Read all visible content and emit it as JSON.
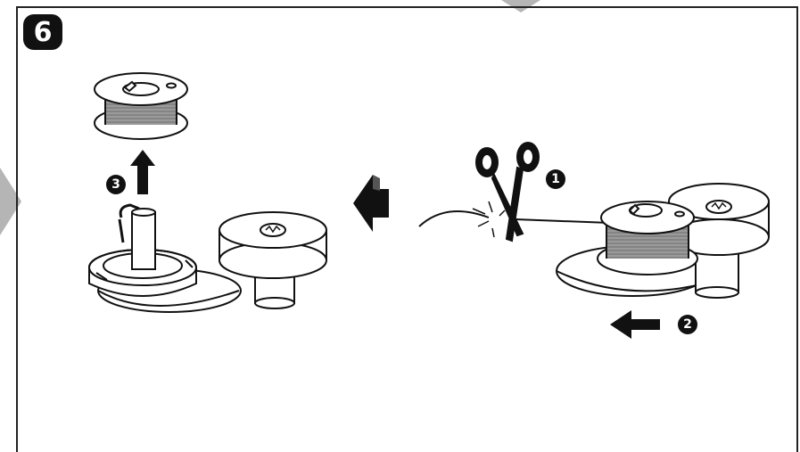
{
  "step": {
    "number": "6"
  },
  "markers": [
    "1",
    "2",
    "3"
  ],
  "icons": {
    "bobbin": "bobbin-icon",
    "scissors": "scissors-icon",
    "spindle": "bobbin-winder-spindle-icon",
    "stopper": "bobbin-stopper-icon",
    "arrow": "arrow-icon"
  },
  "colors": {
    "ink": "#111111",
    "tab_gray": "#b5b5b5",
    "thread_gray": "#8c8c8c"
  }
}
